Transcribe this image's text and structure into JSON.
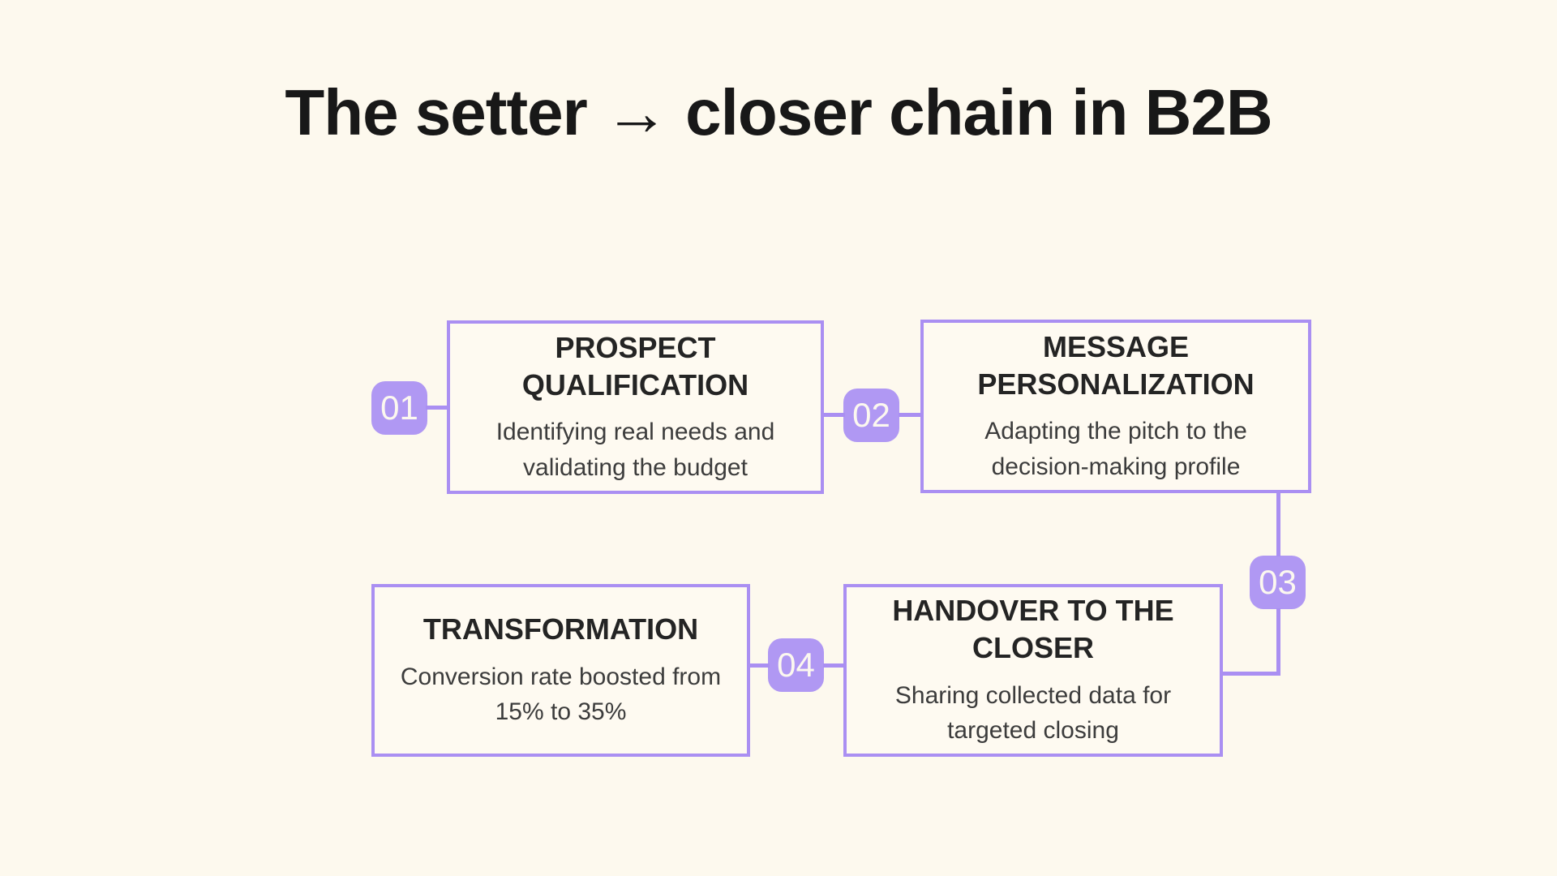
{
  "title": "The setter → closer chain in B2B",
  "colors": {
    "background": "#fdf9ee",
    "box_bg": "#fefaf1",
    "accent": "#aa8ff2",
    "badge": "#b098f3",
    "badge_text": "#fcf8ef",
    "heading_text": "#242424",
    "body_text": "#3c3c3c",
    "title_text": "#181818"
  },
  "steps": [
    {
      "number": "01",
      "title": "PROSPECT QUALIFICATION",
      "description": "Identifying real needs and validating the budget"
    },
    {
      "number": "02",
      "title": "MESSAGE PERSONALIZATION",
      "description": "Adapting the pitch to the decision-making profile"
    },
    {
      "number": "03",
      "title": "HANDOVER TO THE CLOSER",
      "description": "Sharing collected data for targeted closing"
    },
    {
      "number": "04",
      "title": "TRANSFORMATION",
      "description": "Conversion rate boosted from 15% to 35%"
    }
  ]
}
